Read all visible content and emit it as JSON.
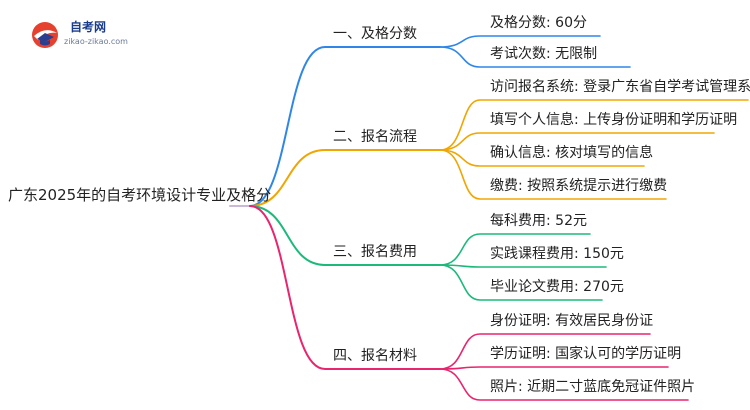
{
  "logo": {
    "name": "自考网",
    "domain": "zikao-zikao.com"
  },
  "root": {
    "label": "广东2025年的自考环境设计专业及格分"
  },
  "colors": {
    "branch1": "#2f86e8",
    "branch2": "#f0a500",
    "branch3": "#1db97a",
    "branch4": "#e8256e",
    "root_link": "#c9b8d6"
  },
  "branches": [
    {
      "label": "一、及格分数",
      "leaves": [
        "及格分数: 60分",
        "考试次数: 无限制"
      ]
    },
    {
      "label": "二、报名流程",
      "leaves": [
        "访问报名系统: 登录广东省自学考试管理系统",
        "填写个人信息: 上传身份证明和学历证明",
        "确认信息: 核对填写的信息",
        "缴费: 按照系统提示进行缴费"
      ]
    },
    {
      "label": "三、报名费用",
      "leaves": [
        "每科费用: 52元",
        "实践课程费用: 150元",
        "毕业论文费用: 270元"
      ]
    },
    {
      "label": "四、报名材料",
      "leaves": [
        "身份证明: 有效居民身份证",
        "学历证明: 国家认可的学历证明",
        "照片: 近期二寸蓝底免冠证件照片"
      ]
    }
  ]
}
